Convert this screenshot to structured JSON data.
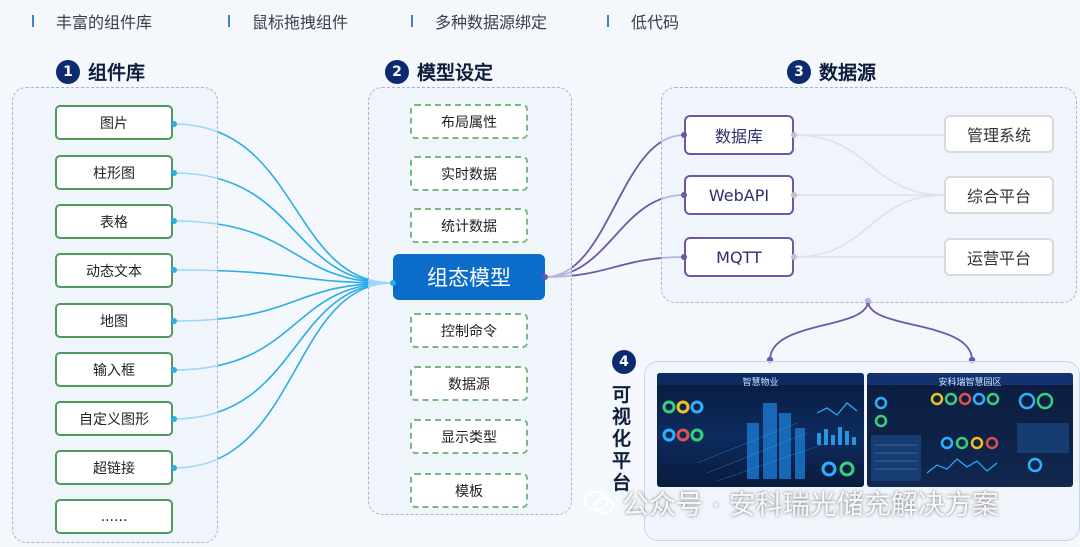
{
  "features": [
    "丰富的组件库",
    "鼠标拖拽组件",
    "多种数据源绑定",
    "低代码"
  ],
  "sections": {
    "components": {
      "num": "1",
      "title": "组件库"
    },
    "model": {
      "num": "2",
      "title": "模型设定"
    },
    "sources": {
      "num": "3",
      "title": "数据源"
    },
    "visual": {
      "num": "4",
      "title": "可视化平台"
    }
  },
  "components": [
    "图片",
    "柱形图",
    "表格",
    "动态文本",
    "地图",
    "输入框",
    "自定义图形",
    "超链接",
    "......"
  ],
  "model_items_top": [
    "布局属性",
    "实时数据",
    "统计数据"
  ],
  "core_model": "组态模型",
  "model_items_bottom": [
    "控制命令",
    "数据源",
    "显示类型",
    "模板"
  ],
  "data_sources": [
    "数据库",
    "WebAPI",
    "MQTT"
  ],
  "platforms": [
    "管理系统",
    "综合平台",
    "运营平台"
  ],
  "screens": [
    {
      "title": "智慧物业"
    },
    {
      "title": "安科瑞智慧园区"
    }
  ],
  "watermark": "公众号 · 安科瑞光储充解决方案",
  "colors": {
    "component_border": "#4f9a5c",
    "component_links": "#29aee6",
    "core_model": "#0b6cc9",
    "source_border": "#6b58a8",
    "section_badge": "#0c2a6e"
  }
}
